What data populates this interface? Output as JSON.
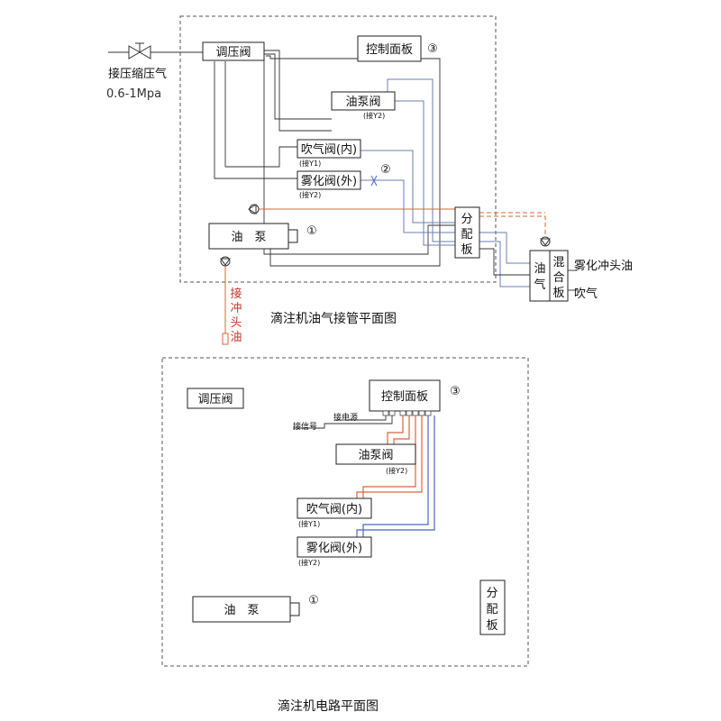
{
  "colors": {
    "air_line": "#6a7fb4",
    "oil_line": "#d8663a",
    "frame": "#555555",
    "text": "#111111"
  },
  "icons": [
    "valve-icon",
    "check-valve-icon",
    "circle-number-icon"
  ],
  "top": {
    "caption": "滴注机油气接管平面图",
    "air_source": {
      "label": "接压缩压气",
      "pressure": "0.6-1Mpa"
    },
    "regulator": "调压阀",
    "control_panel": "控制面板",
    "control_panel_num": "③",
    "oil_pump_valve": {
      "label": "油泵阀",
      "note": "(接Y2)"
    },
    "blow_valve": {
      "label": "吹气阀(内)",
      "note": "(接Y1)"
    },
    "atomize_valve": {
      "label": "雾化阀(外)",
      "note": "(接Y2)",
      "num": "②"
    },
    "pump": {
      "label": "油　泵",
      "num": "①"
    },
    "dist_board": [
      "分",
      "配",
      "板"
    ],
    "mix_board": {
      "left": [
        "油",
        "气"
      ],
      "right": [
        "混",
        "合",
        "板"
      ]
    },
    "out_atomize": "雾化冲头油",
    "out_blow": "吹气",
    "oil_inlet": [
      "接",
      "冲",
      "头",
      "油"
    ]
  },
  "bottom": {
    "caption": "滴注机电路平面图",
    "regulator": "调压阀",
    "control_panel": "控制面板",
    "control_panel_num": "③",
    "power_label": "接电源",
    "signal_label": "接信号",
    "oil_pump_valve": {
      "label": "油泵阀",
      "note": "(接Y2)"
    },
    "blow_valve": {
      "label": "吹气阀(内)",
      "note": "(接Y1)"
    },
    "atomize_valve": {
      "label": "雾化阀(外)",
      "note": "(接Y2)"
    },
    "pump": {
      "label": "油　泵",
      "num": "①"
    },
    "dist_board": [
      "分",
      "配",
      "板"
    ]
  }
}
